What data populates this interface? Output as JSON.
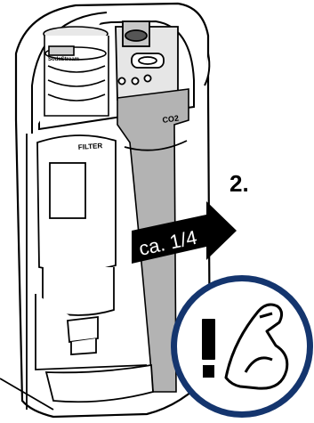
{
  "instruction": {
    "step_label": "2.",
    "arrow_label": "ca. 1/4",
    "cylinder_label": "CO2",
    "filter_label": "FILTER",
    "brand_mark": "SodaStream"
  },
  "warning_badge": {
    "symbols": [
      "exclamation-mark",
      "flexed-arm"
    ],
    "colors": {
      "ring": "#14356e",
      "fill": "#ffffff",
      "ink": "#000000"
    }
  },
  "colors": {
    "line": "#000000",
    "cylinder": "#b3b3b3",
    "arrow": "#000000",
    "arrow_text": "#ffffff",
    "appliance": "#ffffff"
  },
  "valve_indicators": [
    "left-dot",
    "middle-dot",
    "right-dot"
  ]
}
